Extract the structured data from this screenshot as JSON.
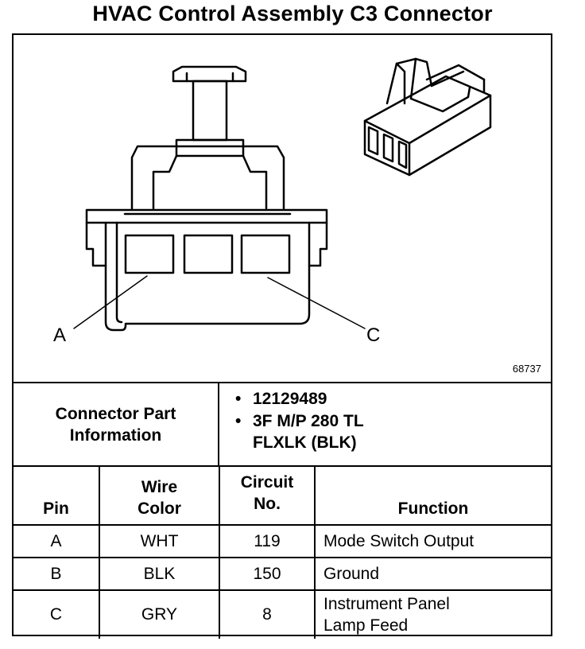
{
  "title": "HVAC Control Assembly C3 Connector",
  "figure_number": "68737",
  "callouts": {
    "a": "A",
    "c": "C"
  },
  "connector_info": {
    "label_line1": "Connector Part",
    "label_line2": "Information",
    "items": [
      "12129489",
      "3F M/P 280 TL",
      "FLXLK (BLK)"
    ]
  },
  "table": {
    "headers": {
      "pin": "Pin",
      "wire_color_line1": "Wire",
      "wire_color_line2": "Color",
      "circuit_line1": "Circuit",
      "circuit_line2": "No.",
      "function": "Function"
    },
    "rows": [
      {
        "pin": "A",
        "wire_color": "WHT",
        "circuit": "119",
        "function_line1": "Mode Switch Output",
        "function_line2": ""
      },
      {
        "pin": "B",
        "wire_color": "BLK",
        "circuit": "150",
        "function_line1": "Ground",
        "function_line2": ""
      },
      {
        "pin": "C",
        "wire_color": "GRY",
        "circuit": "8",
        "function_line1": "Instrument Panel",
        "function_line2": "Lamp Feed"
      }
    ]
  }
}
